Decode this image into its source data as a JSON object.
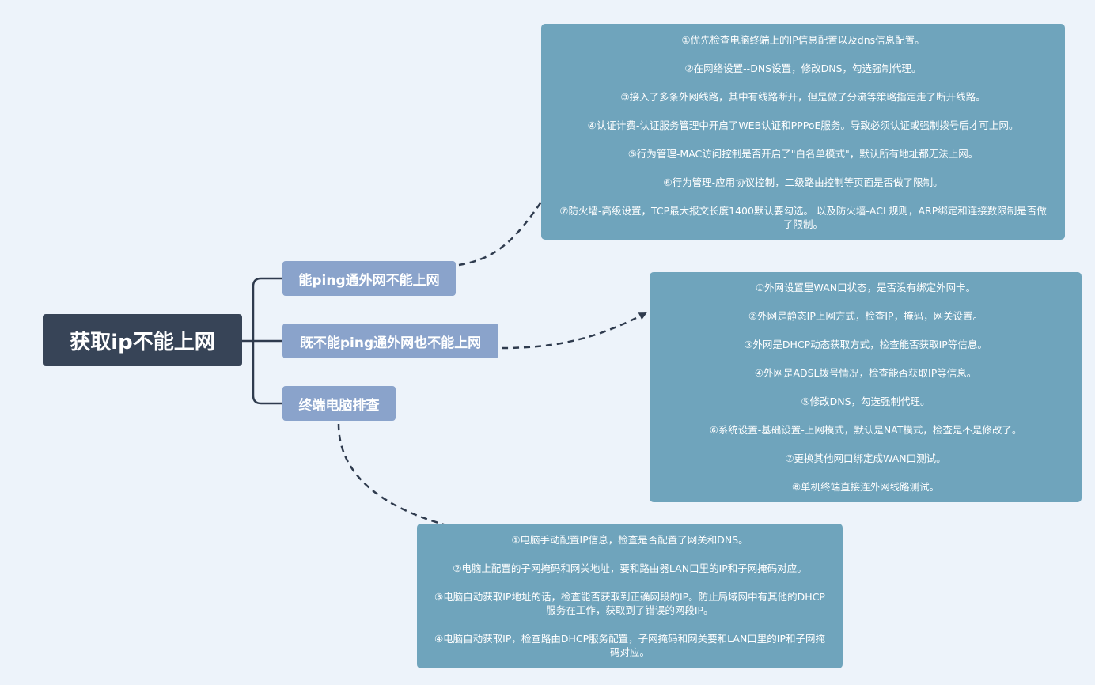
{
  "root": {
    "label": "获取ip不能上网"
  },
  "branches": [
    {
      "label": "能ping通外网不能上网",
      "details": [
        "①优先检查电脑终端上的IP信息配置以及dns信息配置。",
        "②在网络设置--DNS设置，修改DNS，勾选强制代理。",
        "③接入了多条外网线路，其中有线路断开，但是做了分流等策略指定走了断开线路。",
        "④认证计费-认证服务管理中开启了WEB认证和PPPoE服务。导致必须认证或强制拨号后才可上网。",
        "⑤行为管理-MAC访问控制是否开启了\"白名单模式\"，默认所有地址都无法上网。",
        "⑥行为管理-应用协议控制，二级路由控制等页面是否做了限制。",
        "⑦防火墙-高级设置，TCP最大报文长度1400默认要勾选。 以及防火墙-ACL规则，ARP绑定和连接数限制是否做了限制。"
      ]
    },
    {
      "label": "既不能ping通外网也不能上网",
      "details": [
        "①外网设置里WAN口状态，是否没有绑定外网卡。",
        "②外网是静态IP上网方式，检查IP，掩码，网关设置。",
        "③外网是DHCP动态获取方式，检查能否获取IP等信息。",
        "④外网是ADSL拨号情况，检查能否获取IP等信息。",
        "⑤修改DNS，勾选强制代理。",
        "⑥系统设置-基础设置-上网模式，默认是NAT模式，检查是不是修改了。",
        "⑦更换其他网口绑定成WAN口测试。",
        "⑧单机终端直接连外网线路测试。"
      ]
    },
    {
      "label": "终端电脑排查",
      "details": [
        "①电脑手动配置IP信息，检查是否配置了网关和DNS。",
        "②电脑上配置的子网掩码和网关地址，要和路由器LAN口里的IP和子网掩码对应。",
        "③电脑自动获取IP地址的话，检查能否获取到正确网段的IP。防止局域网中有其他的DHCP服务在工作，获取到了错误的网段IP。",
        "④电脑自动获取IP，检查路由DHCP服务配置，子网掩码和网关要和LAN口里的IP和子网掩码对应。"
      ]
    }
  ],
  "colors": {
    "background": "#edf3fa",
    "root_fill": "#374457",
    "branch_fill": "#8aa3cb",
    "panel_fill": "#6fa4bc",
    "connector": "#2f3b4e"
  }
}
